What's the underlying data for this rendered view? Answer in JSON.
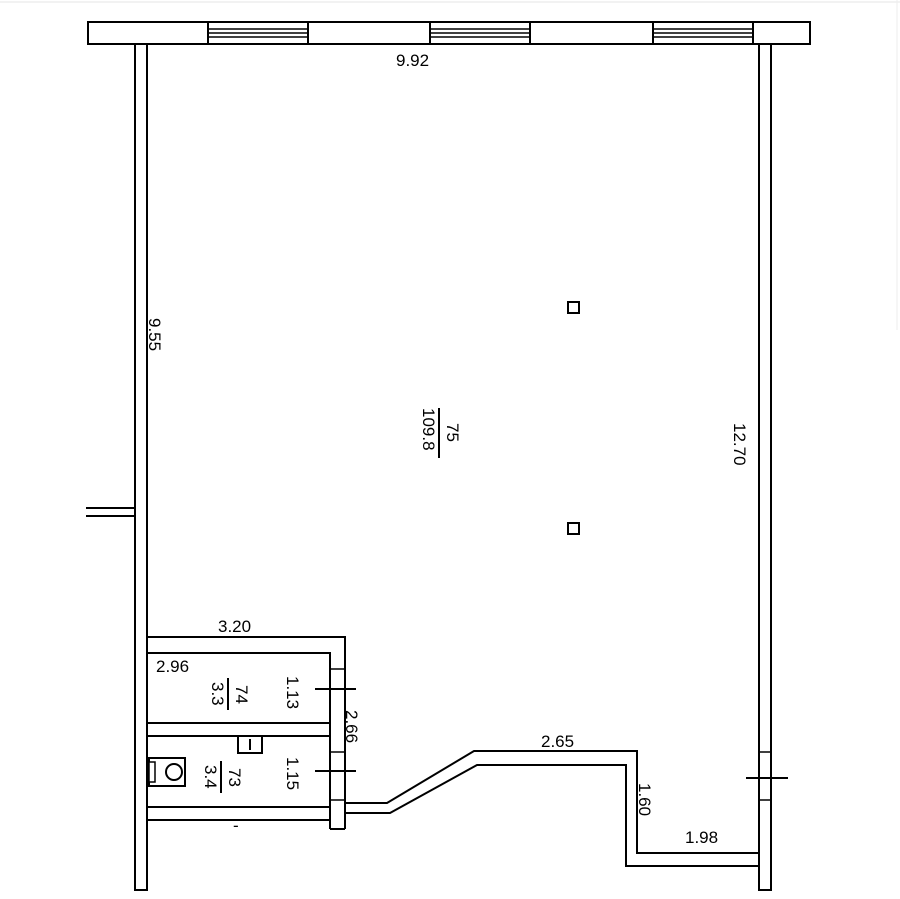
{
  "plan": {
    "dimensions": {
      "top_wall": "9.92",
      "left_wall": "9.55",
      "right_wall": "12.70",
      "partition_top": "3.20",
      "room74_width": "2.96",
      "room74_depth": "1.13",
      "bath_block_depth": "2.66",
      "room73_depth": "1.15",
      "corridor_width": "2.65",
      "niche_depth": "1.60",
      "niche_width": "1.98"
    },
    "rooms": {
      "main": {
        "number": "75",
        "area": "109.8"
      },
      "room74": {
        "number": "74",
        "area": "3.3"
      },
      "room73": {
        "number": "73",
        "area": "3.4"
      }
    },
    "marks": {
      "dash": "-"
    }
  }
}
